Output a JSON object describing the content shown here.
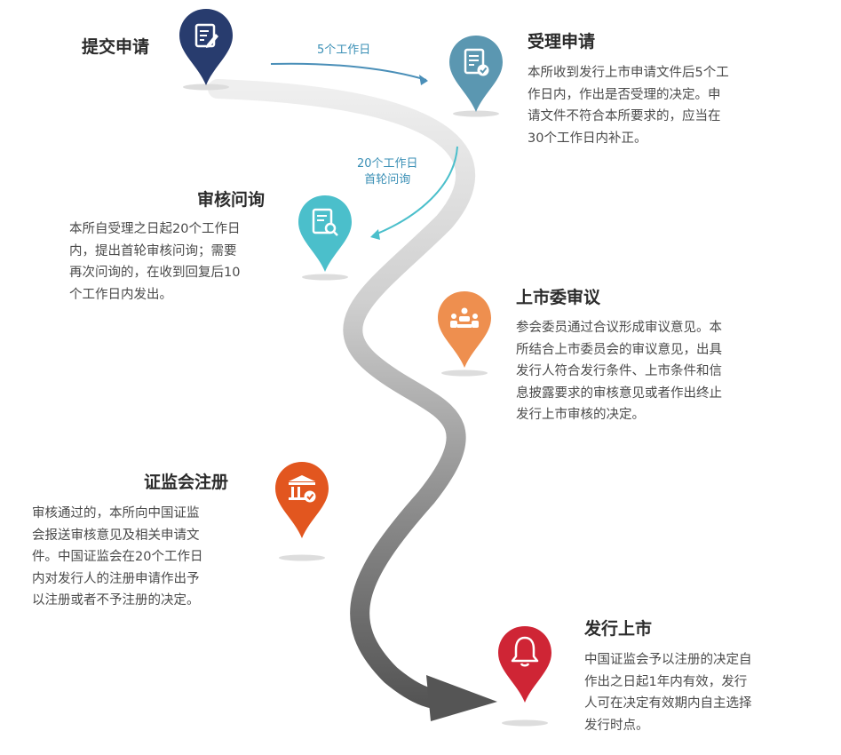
{
  "steps": [
    {
      "title": "提交申请",
      "desc": "",
      "icon": "document-edit-icon",
      "color": "#283c6e"
    },
    {
      "title": "受理申请",
      "desc": [
        "本所收到发行上市申请文件后5个工",
        "作日内，作出是否受理的决定。申",
        "请文件不符合本所要求的，应当在",
        "30个工作日内补正。"
      ],
      "icon": "document-check-icon",
      "color": "#5b97b1"
    },
    {
      "title": "审核问询",
      "desc": [
        "本所自受理之日起20个工作日",
        "内，提出首轮审核问询；需要",
        "再次问询的，在收到回复后10",
        "个工作日内发出。"
      ],
      "icon": "document-search-icon",
      "color": "#4bbfcb"
    },
    {
      "title": "上市委审议",
      "desc": [
        "参会委员通过合议形成审议意见。本",
        "所结合上市委员会的审议意见，出具",
        "发行人符合发行条件、上市条件和信",
        "息披露要求的审核意见或者作出终止",
        "发行上市审核的决定。"
      ],
      "icon": "meeting-icon",
      "color": "#ee8f4f"
    },
    {
      "title": "证监会注册",
      "desc": [
        "审核通过的，本所向中国证监",
        "会报送审核意见及相关申请文",
        "件。中国证监会在20个工作日",
        "内对发行人的注册申请作出予",
        "以注册或者不予注册的决定。"
      ],
      "icon": "institution-check-icon",
      "color": "#e2561f"
    },
    {
      "title": "发行上市",
      "desc": [
        "中国证监会予以注册的决定自",
        "作出之日起1年内有效，发行",
        "人可在决定有效期内自主选择",
        "发行时点。"
      ],
      "icon": "bell-icon",
      "color": "#cf2535"
    }
  ],
  "notes": {
    "n1": "5个工作日",
    "n2_line1": "20个工作日",
    "n2_line2": "首轮问询"
  }
}
